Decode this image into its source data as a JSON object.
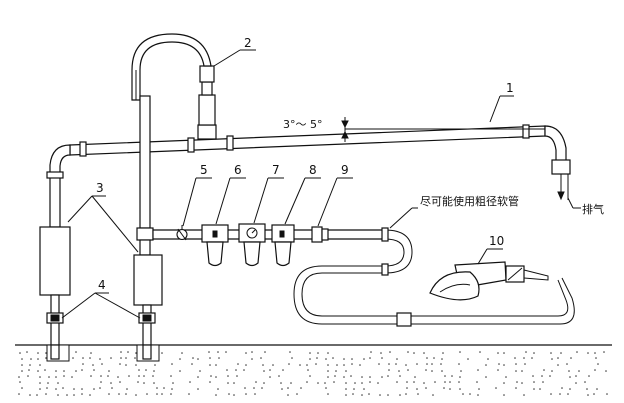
{
  "diagram": {
    "callouts": {
      "c1": "1",
      "c2": "2",
      "c3": "3",
      "c4": "4",
      "c5": "5",
      "c6": "6",
      "c7": "7",
      "c8": "8",
      "c9": "9",
      "c10": "10"
    },
    "slope_label": "3°～ 5°",
    "hose_note": "尽可能使用粗径软管",
    "exhaust_label": "排气"
  }
}
